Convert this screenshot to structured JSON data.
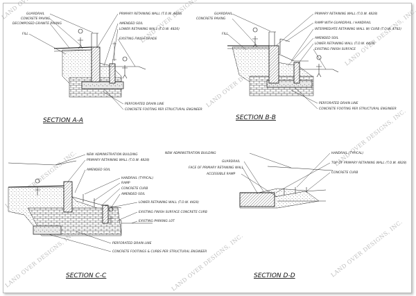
{
  "watermark": "LAND OVER DESIGNS, INC.",
  "sections": {
    "a": {
      "title": "SECTION A-A",
      "left_callouts": [
        "GUARDRAIL",
        "CONCRETE PAVING",
        "DECOMPOSED GRANITE PAVING",
        "FILL"
      ],
      "right_callouts": [
        "PRIMARY RETAINING WALL (T.O.W. 4828)",
        "AMENDED SOIL",
        "LOWER RETAINING WALL (T.O.W. 4826)",
        "EXISTING FINISH GRADE"
      ],
      "bottom_callouts": [
        "PERFORATED DRAIN LINE",
        "CONCRETE FOOTING PER STRUCTURAL ENGINEER"
      ]
    },
    "b": {
      "title": "SECTION B-B",
      "left_callouts": [
        "GUARDRAIL",
        "CONCRETE PAVING",
        "FILL"
      ],
      "right_callouts": [
        "PRIMARY RETAINING WALL (T.O.W. 4828)",
        "RAMP WITH GUARDRAIL / HANDRAIL",
        "INTERMEDIATE RETAINING WALL W/ CURB (T.O.W. 4782)",
        "AMENDED SOIL",
        "LOWER RETAINING WALL (T.O.W. 4428)",
        "EXISTING FINISH SURFACE"
      ],
      "bottom_callouts": [
        "PERFORATED DRAIN LINE",
        "CONCRETE FOOTING PER STRUCTURAL ENGINEER"
      ]
    },
    "c": {
      "title": "SECTION C-C",
      "top_callouts": [
        "NEW ADMINISTRATION BUILDING",
        "PRIMARY RETAINING WALL (T.O.W. 4828)",
        "AMENDED SOIL"
      ],
      "right_callouts": [
        "HANDRAIL (TYPICAL)",
        "RAMP",
        "CONCRETE CURB",
        "AMENDED SOIL",
        "LOWER RETAINING WALL (T.O.W. 4428)",
        "EXISTING FINISH SURFACE CONCRETE CURB",
        "EXISTING PARKING LOT"
      ],
      "bottom_callouts": [
        "PERFORATED DRAIN LINE",
        "CONCRETE FOOTINGS & CURBS PER STRUCTURAL ENGINEER"
      ]
    },
    "d": {
      "title": "SECTION D-D",
      "left_callouts": [
        "NEW ADMINISTRATION BUILDING",
        "GUARDRAIL",
        "FACE OF PRIMARY RETAINING WALL",
        "ACCESSIBLE RAMP"
      ],
      "right_callouts": [
        "HANDRAIL (TYPICAL)",
        "TOP OF PRIMARY RETAINING WALL (T.O.W. 4828)",
        "CONCRETE CURB"
      ]
    }
  }
}
